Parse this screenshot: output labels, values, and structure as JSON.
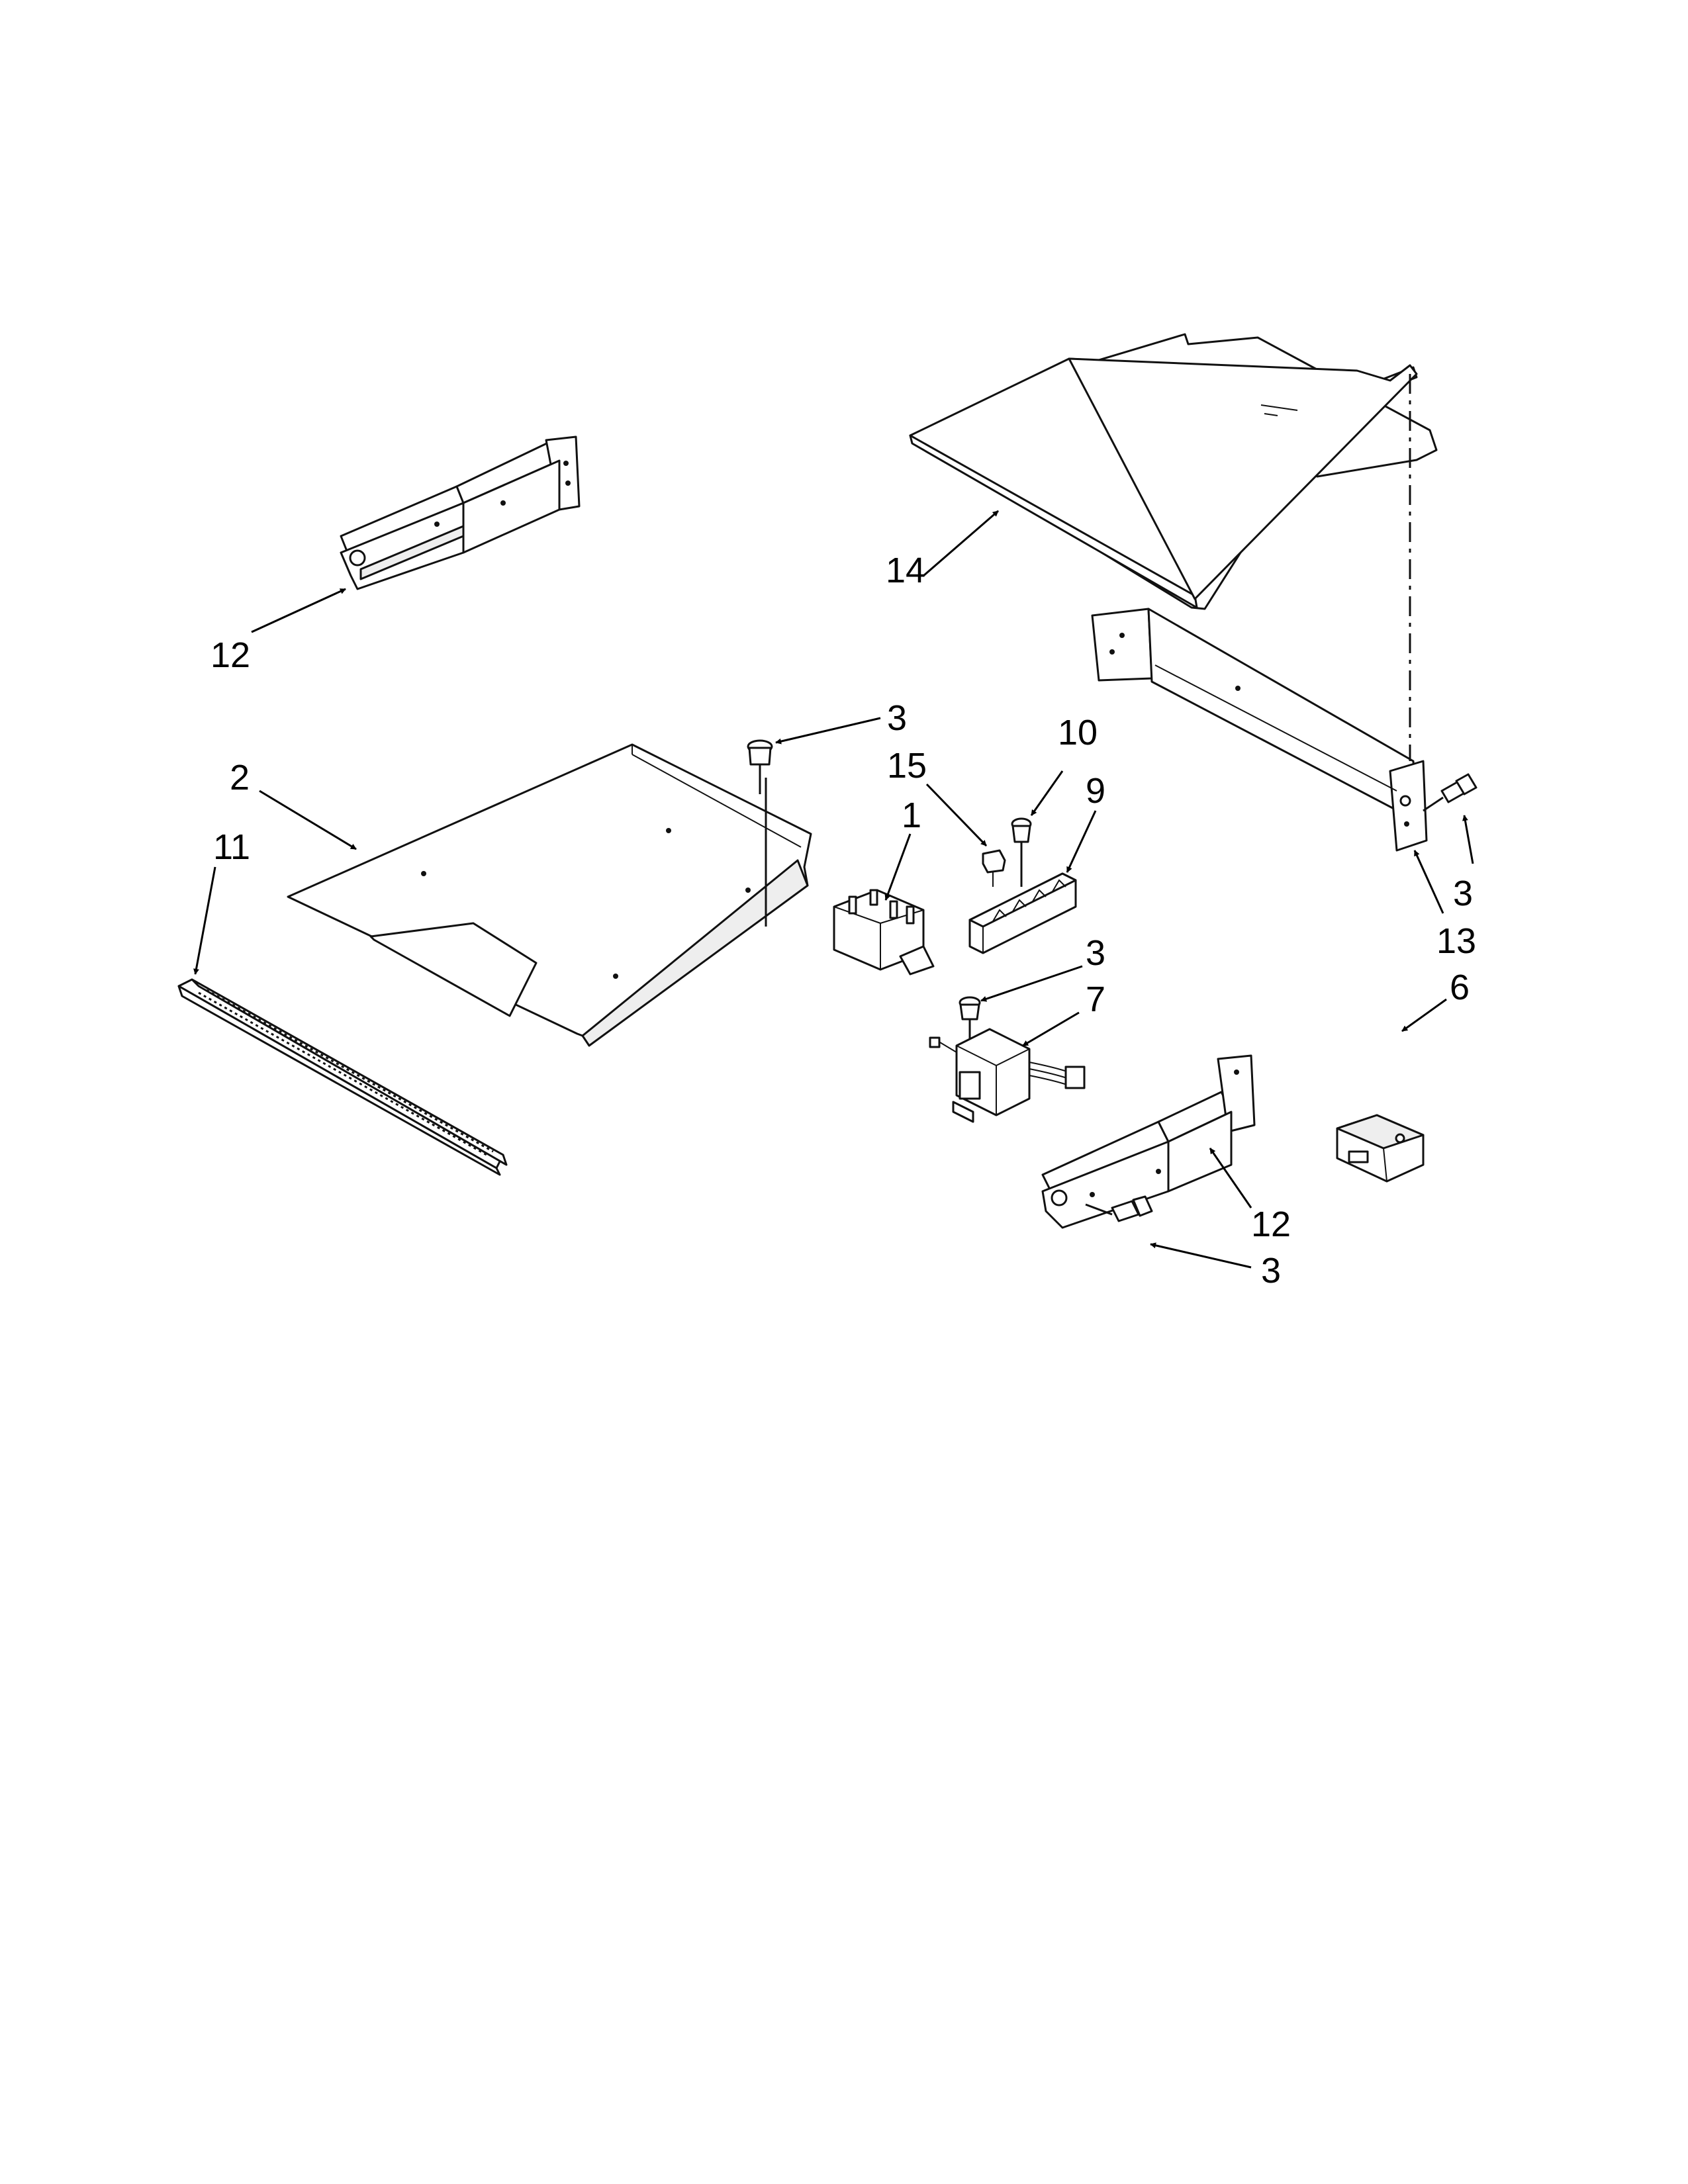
{
  "callouts": {
    "c12_top": "12",
    "c14": "14",
    "c3_a": "3",
    "c2": "2",
    "c11": "11",
    "c15": "15",
    "c10": "10",
    "c1": "1",
    "c9": "9",
    "c3_b": "3",
    "c13": "13",
    "c3_c": "3",
    "c7": "7",
    "c6": "6",
    "c12_bottom": "12",
    "c3_d": "3"
  }
}
